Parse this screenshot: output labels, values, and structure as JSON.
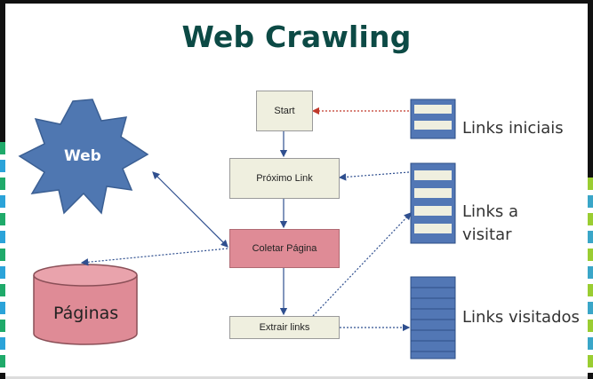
{
  "title": "Web Crawling",
  "cloud_label": "Web",
  "database_label": "Páginas",
  "flow": {
    "start": "Start",
    "next_link": "Próximo Link",
    "collect_page": "Coletar Página",
    "extract_links": "Extrair links"
  },
  "queues": {
    "initial": "Links iniciais",
    "to_visit_line1": "Links a",
    "to_visit_line2": "visitar",
    "visited": "Links visitados"
  },
  "colors": {
    "title": "#0c4a45",
    "cloud": "#4f77b1",
    "process_box": "#efefdf",
    "highlight_box": "#df8b96",
    "database": "#df8b96",
    "queue": "#5277b5",
    "arrow": "#2f4f8f",
    "arrow_red": "#c0392b"
  }
}
